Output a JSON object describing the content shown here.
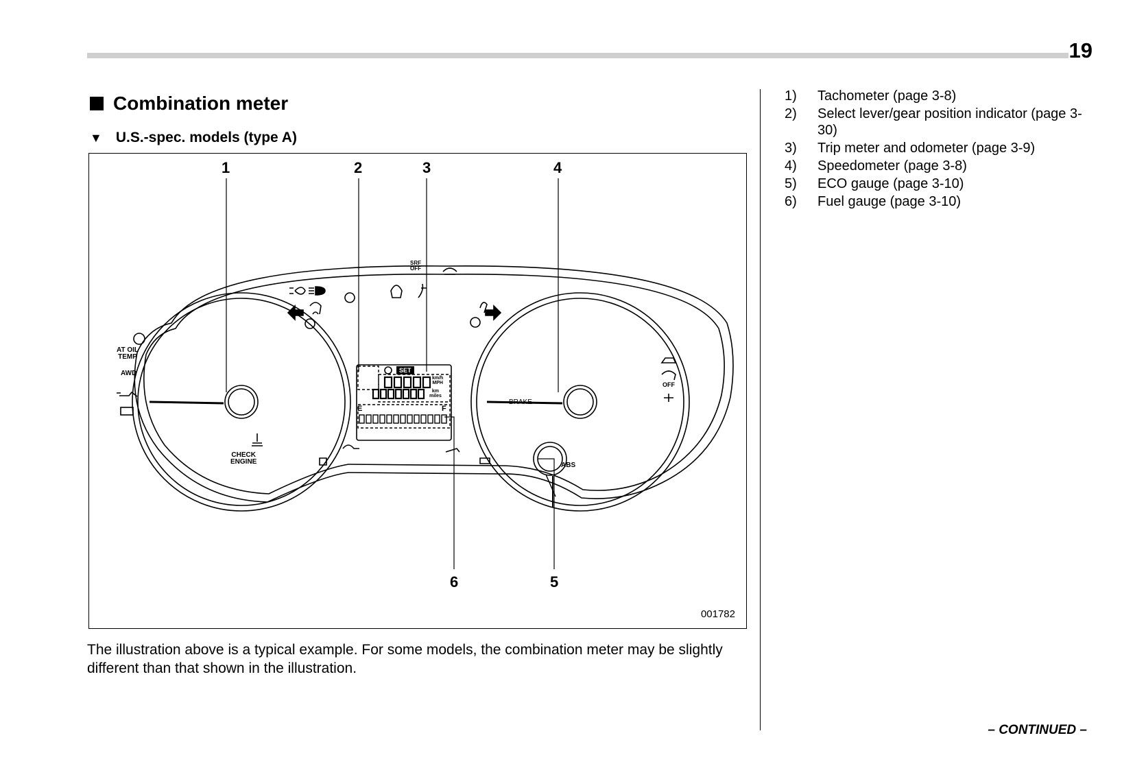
{
  "page": {
    "number": "19"
  },
  "section": {
    "title": "Combination meter"
  },
  "subsection": {
    "title": "U.S.-spec. models (type A)"
  },
  "figure": {
    "id": "001782",
    "callouts": [
      "1",
      "2",
      "3",
      "4",
      "5",
      "6"
    ],
    "labels": {
      "at_oil_temp_1": "AT OIL",
      "at_oil_temp_2": "TEMP",
      "awd": "AWD",
      "check_engine_1": "CHECK",
      "check_engine_2": "ENGINE",
      "brake": "BRAKE",
      "abs": "ABS",
      "srf_off_1": "SRF",
      "srf_off_2": "OFF",
      "vdc_off": "OFF",
      "set": "SET",
      "fuel_e": "E",
      "fuel_f": "F",
      "kmh": "km/h",
      "mph": "MPH",
      "km": "km",
      "miles": "miles",
      "airbag_off": "OFF"
    }
  },
  "caption": "The illustration above is a typical example. For some models, the combination meter may be slightly different than that shown in the illustration.",
  "legend": [
    {
      "num": "1)",
      "text": "Tachometer (page 3-8)"
    },
    {
      "num": "2)",
      "text": "Select lever/gear position indicator (page 3-30)"
    },
    {
      "num": "3)",
      "text": "Trip meter and odometer (page 3-9)"
    },
    {
      "num": "4)",
      "text": "Speedometer (page 3-8)"
    },
    {
      "num": "5)",
      "text": "ECO gauge (page 3-10)"
    },
    {
      "num": "6)",
      "text": "Fuel gauge (page 3-10)"
    }
  ],
  "footer": {
    "continued": "– CONTINUED –"
  },
  "colors": {
    "header_bar": "#cfcfcf",
    "ink": "#000000"
  }
}
